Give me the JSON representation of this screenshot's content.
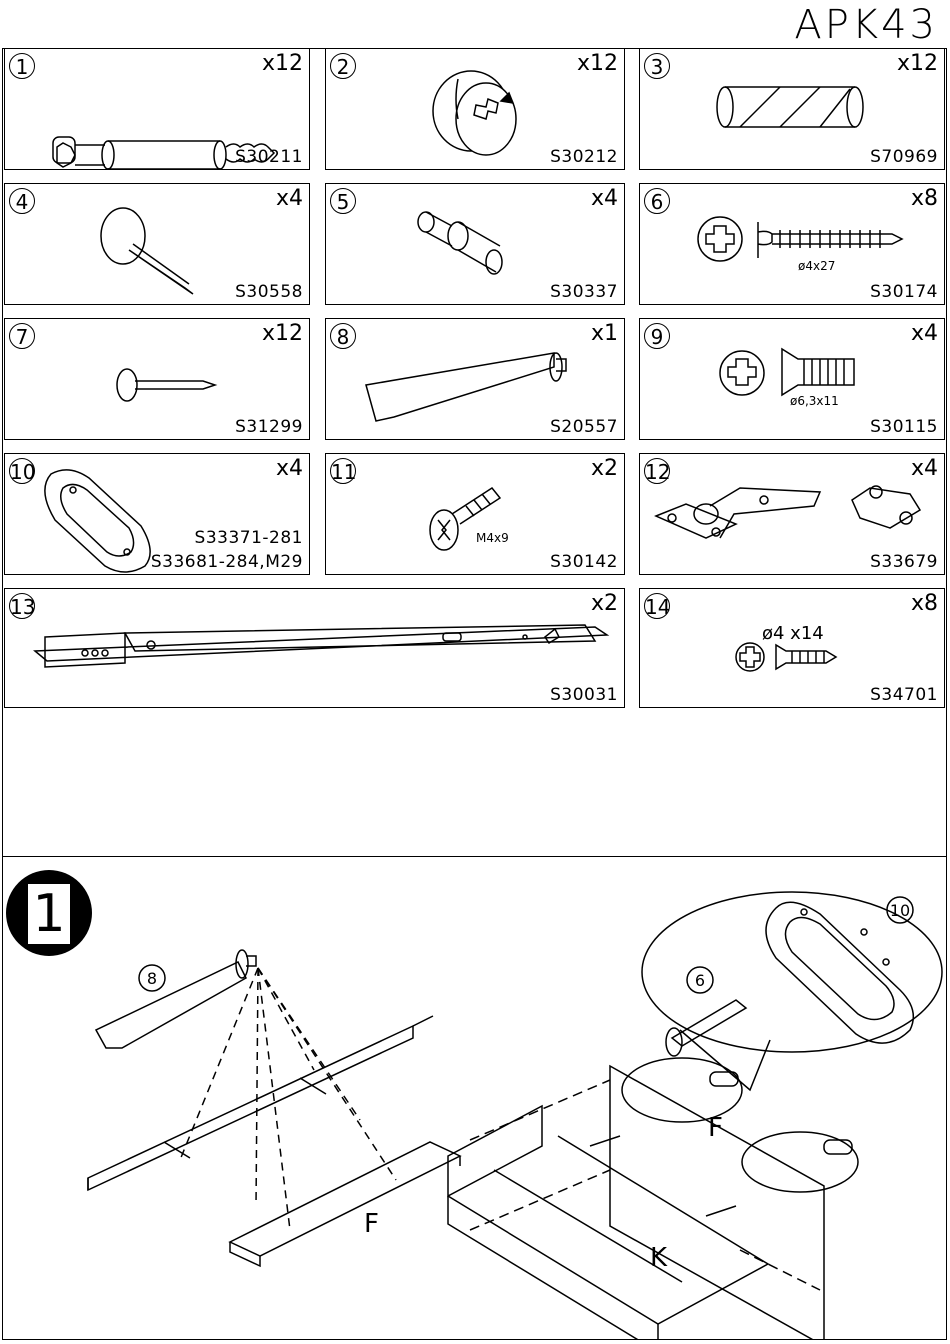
{
  "model": "APK43",
  "parts": [
    {
      "num": "1",
      "qty": "x12",
      "code": "S30211"
    },
    {
      "num": "2",
      "qty": "x12",
      "code": "S30212"
    },
    {
      "num": "3",
      "qty": "x12",
      "code": "S70969"
    },
    {
      "num": "4",
      "qty": "x4",
      "code": "S30558"
    },
    {
      "num": "5",
      "qty": "x4",
      "code": "S30337"
    },
    {
      "num": "6",
      "qty": "x8",
      "code": "S30174",
      "size": "ø4x27"
    },
    {
      "num": "7",
      "qty": "x12",
      "code": "S31299"
    },
    {
      "num": "8",
      "qty": "x1",
      "code": "S20557"
    },
    {
      "num": "9",
      "qty": "x4",
      "code": "S30115",
      "size": "ø6,3x11"
    },
    {
      "num": "10",
      "qty": "x4",
      "code": "S33371-281",
      "code_b": "S33681-284,M29"
    },
    {
      "num": "11",
      "qty": "x2",
      "code": "S30142",
      "size": "M4x9"
    },
    {
      "num": "12",
      "qty": "x4",
      "code": "S33679"
    },
    {
      "num": "13",
      "qty": "x2",
      "code": "S30031"
    },
    {
      "num": "14",
      "qty": "x8",
      "code": "S34701",
      "size": "ø4  x14"
    }
  ],
  "step": {
    "number": "1",
    "callouts": {
      "glue": "8",
      "screw": "6",
      "cap": "10"
    },
    "panel_labels": {
      "left_f": "F",
      "right_f": "F",
      "k": "K"
    }
  }
}
